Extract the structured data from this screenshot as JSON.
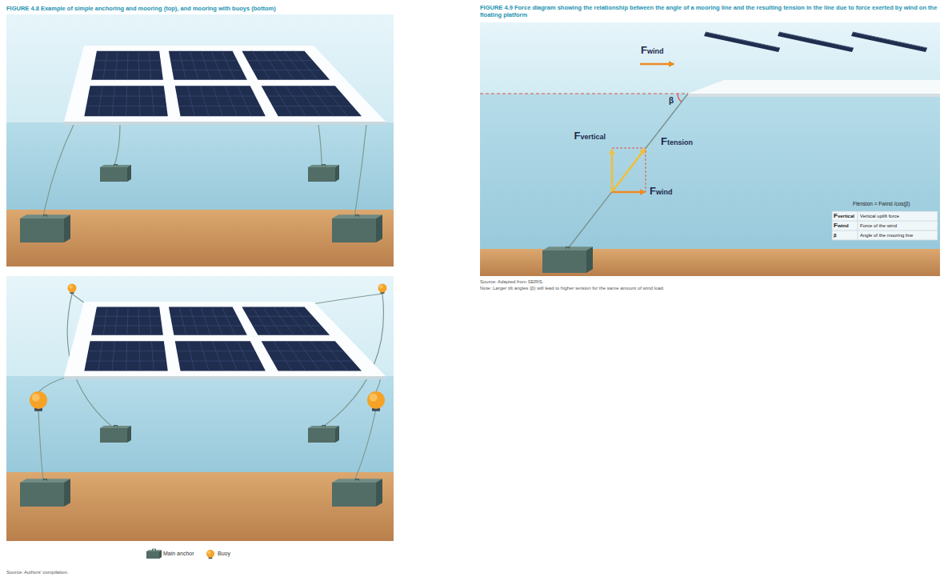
{
  "diagram": {
    "labels": [
      "FIGURE 4.8 Example of simple anchoring and mooring (top), and mooring with buoys (bottom)",
      "Source: Authors' compilation.",
      "FIGURE 4.9 Force diagram showing the relationship between the angle of a mooring line and the resulting tension in the line due to force exerted by wind on the floating platform",
      "Fwind",
      "β",
      "Fvertical",
      "Ftension",
      "Fwind",
      "Ftension = Fwind /cos(β)",
      "Fvertical",
      "Vertical uplift force",
      "Fwind",
      "Force of the wind",
      "β",
      "Angle of the mooring line",
      "Source: Adapted from SERIS.",
      "Note: Larger tilt angles (β) will lead to higher tension for the same amount of wind load."
    ],
    "legend": [
      {
        "text": "Main anchor"
      },
      {
        "text": "Buoy"
      }
    ]
  }
}
